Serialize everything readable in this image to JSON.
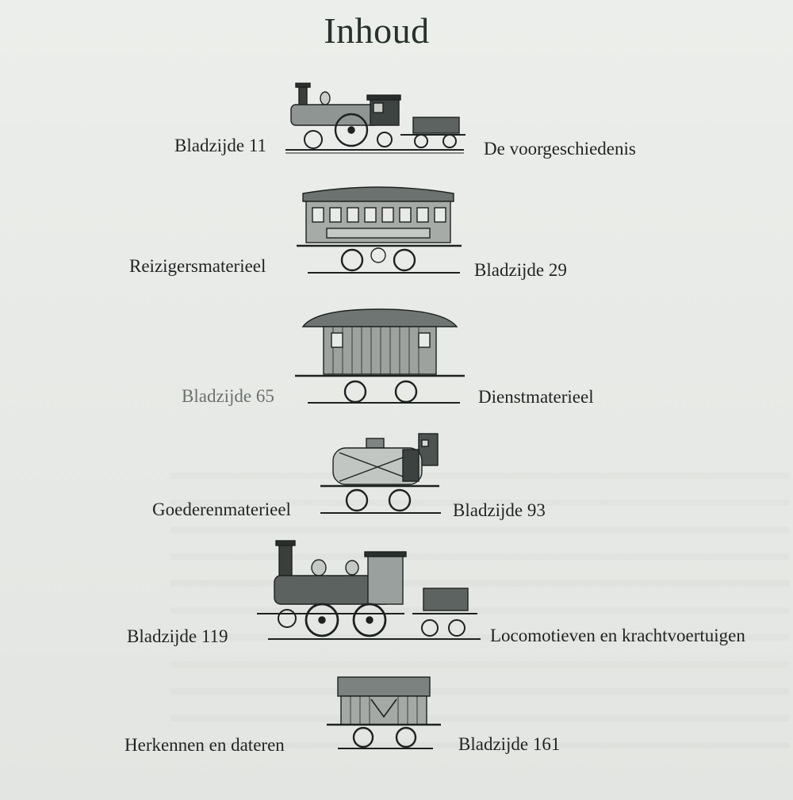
{
  "title": "Inhoud",
  "entries": [
    {
      "page": "Bladzijde 11",
      "section": "De voorgeschiedenis",
      "illustration_icon": "steam-locomotive-with-tender-icon"
    },
    {
      "page": "Bladzijde 29",
      "section": "Reizigersmaterieel",
      "illustration_icon": "passenger-carriage-icon"
    },
    {
      "page": "Bladzijde 65",
      "section": "Dienstmaterieel",
      "illustration_icon": "service-van-icon"
    },
    {
      "page": "Bladzijde 93",
      "section": "Goederenmaterieel",
      "illustration_icon": "tank-wagon-icon"
    },
    {
      "page": "Bladzijde 119",
      "section": "Locomotieven en krachtvoertuigen",
      "illustration_icon": "large-steam-locomotive-icon"
    },
    {
      "page": "Bladzijde 161",
      "section": "Herkennen en dateren",
      "illustration_icon": "covered-goods-wagon-icon"
    }
  ]
}
